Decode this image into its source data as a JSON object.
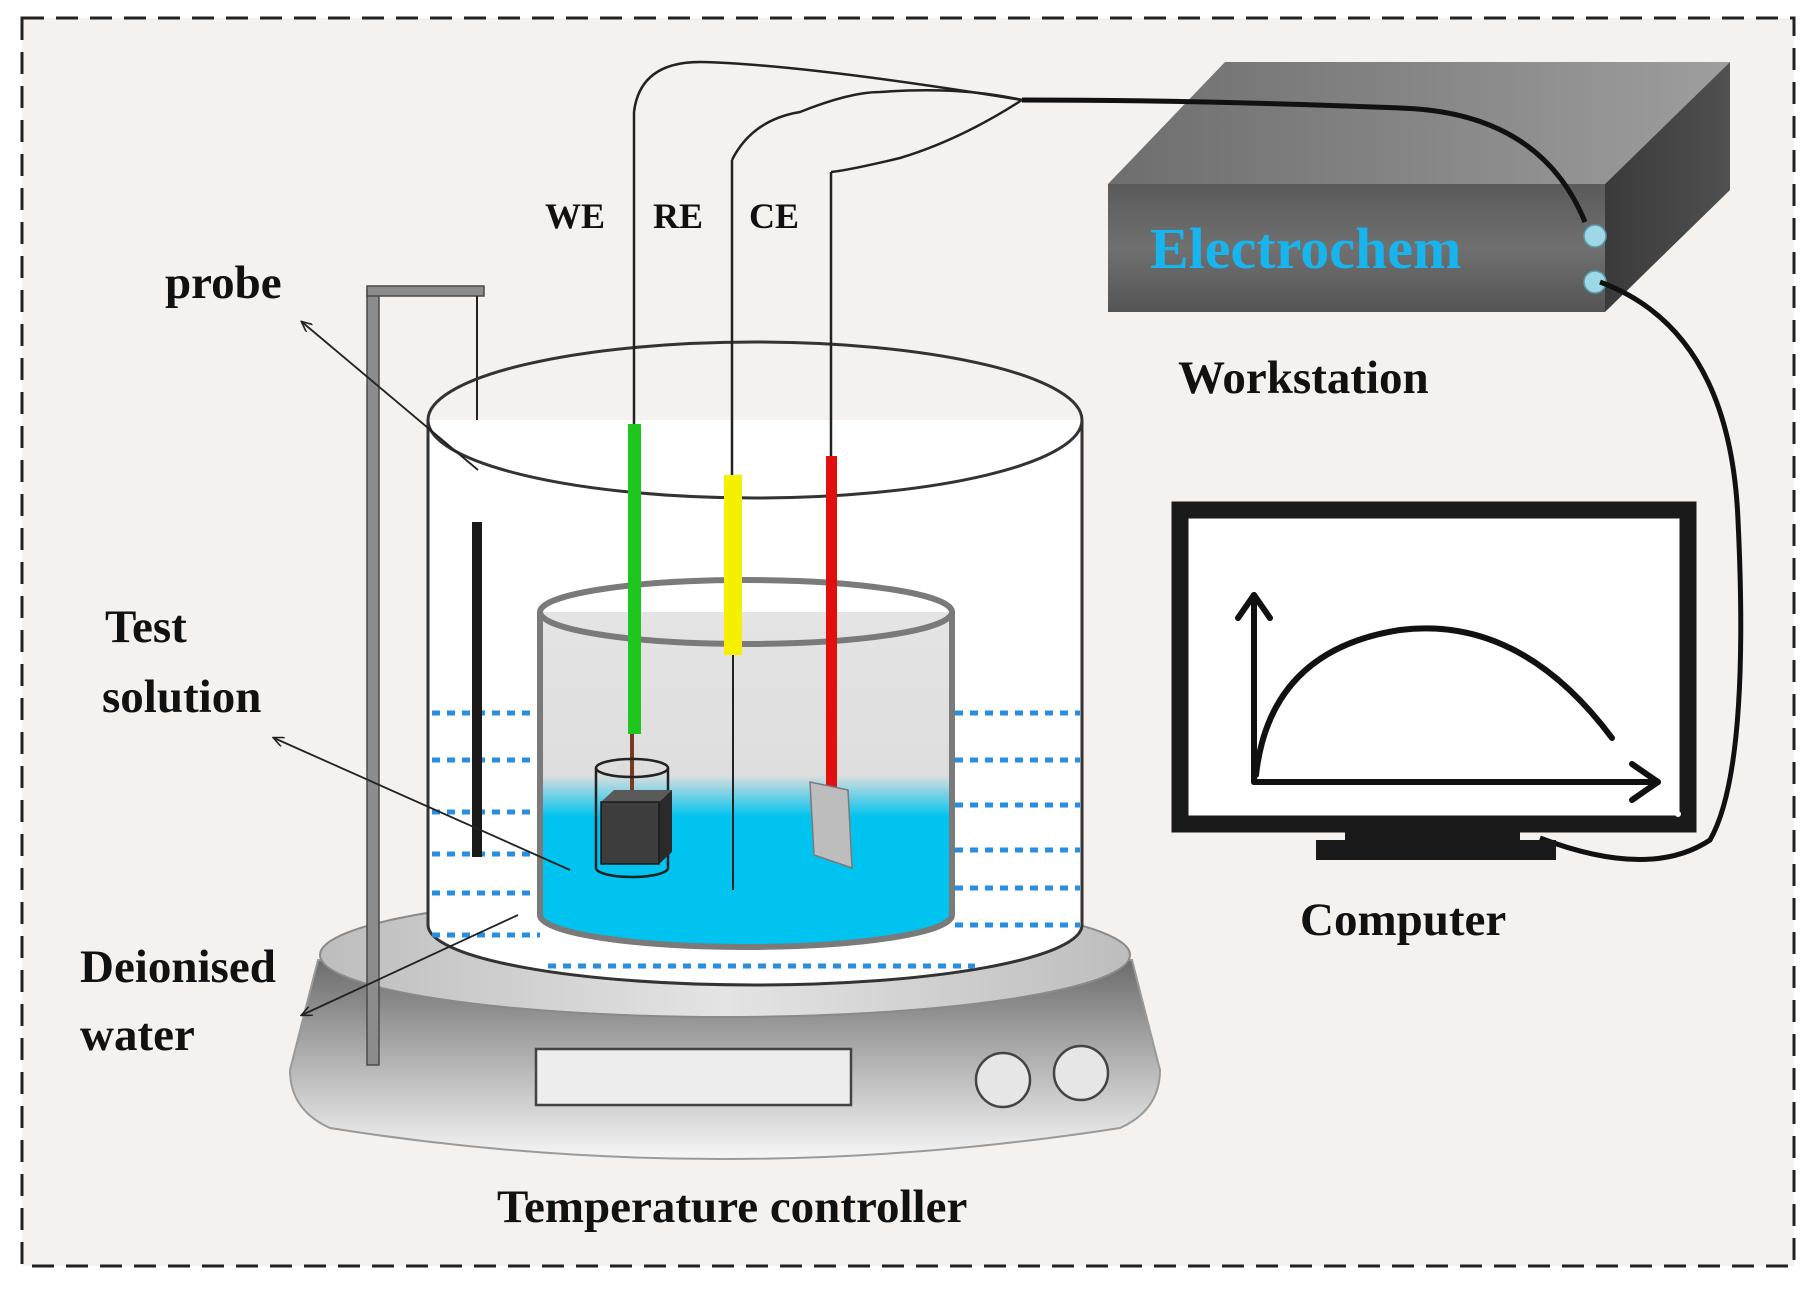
{
  "labels": {
    "we": "WE",
    "re": "RE",
    "ce": "CE",
    "probe": "probe",
    "test_solution_line1": "Test",
    "test_solution_line2": "solution",
    "deionised_line1": "Deionised",
    "deionised_line2": "water",
    "workstation_brand": "Electrochem",
    "workstation": "Workstation",
    "computer": "Computer",
    "temperature_controller": "Temperature controller"
  },
  "colors": {
    "background": "#f4f1ee",
    "frame": "#222222",
    "we_electrode": "#1fc61f",
    "re_electrode": "#f4f000",
    "ce_electrode": "#e01010",
    "test_solution": "#00c3ef",
    "water_dots": "#2a8ee0",
    "brand_text": "#17b4ee",
    "workstation_front": "#606060",
    "workstation_top": "#8a8a8a",
    "workstation_side": "#3c3c3c",
    "monitor": "#1a1a1a"
  }
}
